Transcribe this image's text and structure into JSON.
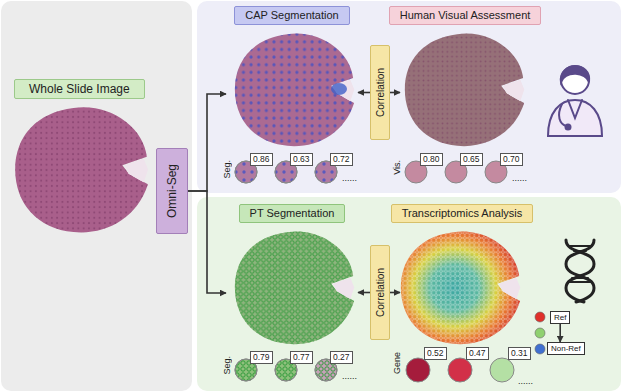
{
  "diagram": {
    "nodes": [
      {
        "text": [
          "Whole Slide Image"
        ]
      },
      {
        "text": [
          "Omni-Seg"
        ]
      },
      {
        "text": [
          "CAP Segmentation"
        ]
      },
      {
        "text": [
          "Correlation"
        ]
      },
      {
        "text": [
          "Human Visual Assessment"
        ]
      },
      {
        "text": [
          "PT Segmentation"
        ]
      },
      {
        "text": [
          "Correlation"
        ]
      },
      {
        "text": [
          "Transcriptomics Analysis"
        ]
      },
      {
        "text": [
          "Ref"
        ]
      },
      {
        "text": [
          "Non-Ref"
        ]
      }
    ],
    "edges": [
      {
        "from": 1,
        "to": 2,
        "arrow": "to"
      },
      {
        "from": 1,
        "to": 5,
        "arrow": "to"
      },
      {
        "from": 3,
        "to": 2,
        "arrow": "to"
      },
      {
        "from": 3,
        "to": 4,
        "arrow": "to"
      },
      {
        "from": 6,
        "to": 5,
        "arrow": "to"
      },
      {
        "from": 6,
        "to": 7,
        "arrow": "to"
      },
      {
        "from": 8,
        "to": 9,
        "arrow": "to"
      }
    ],
    "labels": [
      "Seg.",
      "0.86",
      "0.63",
      "0.72",
      "......",
      "Vis.",
      "0.80",
      "0.65",
      "0.70",
      "......",
      "Seg.",
      "0.79",
      "0.77",
      "0.27",
      "......",
      "Gene",
      "0.52",
      "0.47",
      "0.31",
      "......"
    ]
  }
}
